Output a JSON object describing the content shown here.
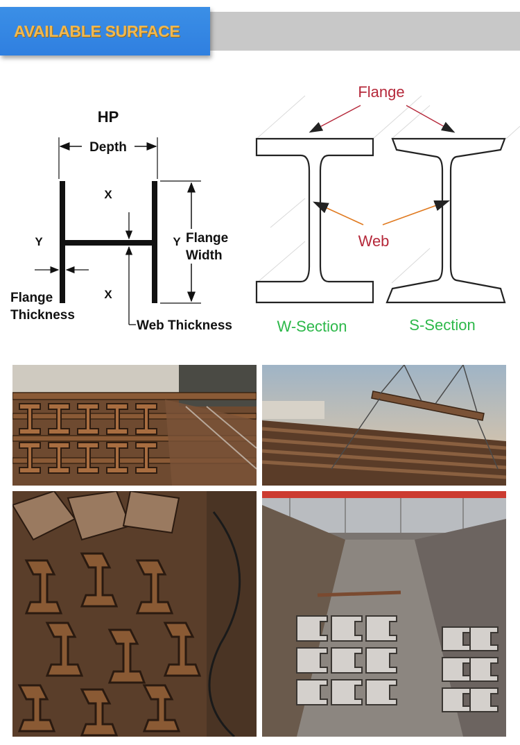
{
  "header": {
    "title": "AVAILABLE SURFACE"
  },
  "hp_diagram": {
    "title": "HP",
    "depth_label": "Depth",
    "flange_width_label": "Flange Width",
    "flange_thickness_label": "Flange Thickness",
    "web_thickness_label": "Web Thickness",
    "axis_x": "X",
    "axis_y": "Y"
  },
  "section_diagram": {
    "flange_label": "Flange",
    "web_label": "Web",
    "w_section_label": "W-Section",
    "s_section_label": "S-Section"
  },
  "photos": [
    {
      "icon": "steel-h-beam-stack-photo"
    },
    {
      "icon": "steel-beam-crane-lift-photo"
    },
    {
      "icon": "steel-rail-pile-photo"
    },
    {
      "icon": "steel-channel-warehouse-photo"
    }
  ],
  "colors": {
    "header_blue": "#3088e4",
    "header_text": "#f0b850",
    "header_gray": "#c8c8c8",
    "label_red": "#b5283a",
    "label_green": "#2db84a",
    "rust": "#8a5a36"
  }
}
